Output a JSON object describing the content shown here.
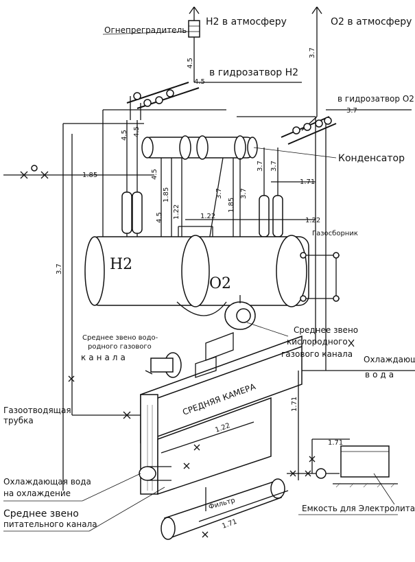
{
  "labels": {
    "h2_atmosphere": "H2 в атмосферу",
    "o2_atmosphere": "O2 в атмосферу",
    "flame_arrester": "Огнепреградитель",
    "h2_water_seal": "в гидрозатвор H2",
    "o2_water_seal": "в гидрозатвор O2",
    "condenser": "Конденсатор",
    "gas_collector": "Газосборник",
    "h2_vessel": "H2",
    "o2_vessel": "O2",
    "mid_h2_l1": "Среднее звено водо-",
    "mid_h2_l2": "родного газового",
    "mid_h2_l3": "канала",
    "mid_o2_l1": "Среднее звено",
    "mid_o2_l2": "кислородного",
    "mid_o2_l3": "газового канала",
    "cooling_water_l1": "Охлаждающая",
    "cooling_water_l2": "вода",
    "middle_chamber": "СРЕДНЯЯ КАМЕРА",
    "gas_tube_l1": "Газоотводящая",
    "gas_tube_l2": "трубка",
    "cooling_out_l1": "Охлаждающая вода",
    "cooling_out_l2": "на охлаждение",
    "mid_feed_l1": "Среднее звено",
    "mid_feed_l2": "питательного канала",
    "filter": "Фильтр",
    "electrolyte_tank": "Емкость для Электролита"
  },
  "dims": {
    "d_4_5": "4.5",
    "d_3_7": "3.7",
    "d_1_85": "1.85",
    "d_1_71": "1.71",
    "d_1_22": "1.22"
  }
}
